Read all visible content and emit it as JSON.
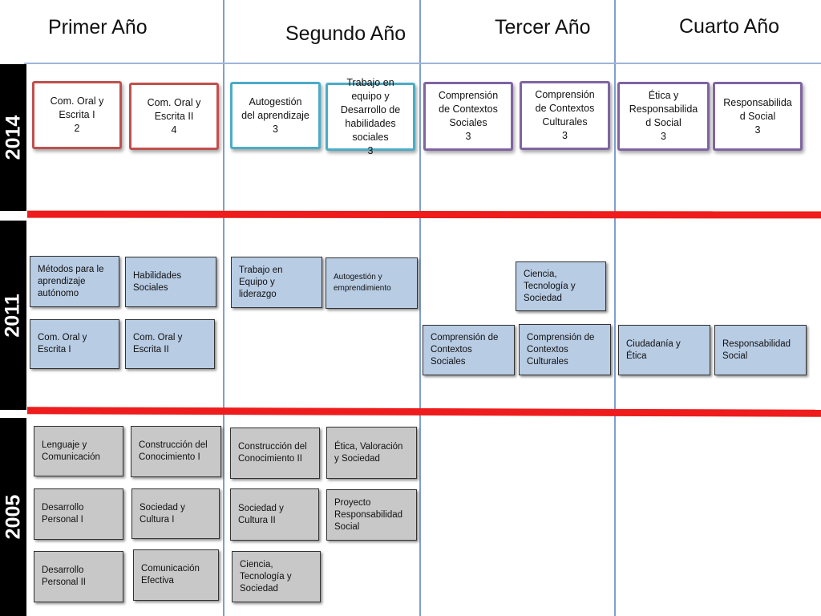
{
  "headings": {
    "primer": "Primer Año",
    "segundo": "Segundo Año",
    "tercer": "Tercer Año",
    "cuarto": "Cuarto Año"
  },
  "years": {
    "y2014": "2014",
    "y2011": "2011",
    "y2005": "2005"
  },
  "colors": {
    "red_border": "#c0504d",
    "teal_border": "#4bacc6",
    "purple_border": "#8064a2",
    "blue_box": "#b8cce4",
    "grey_box": "#c8c8c8",
    "separator": "#ee1c1c"
  },
  "cards_2014": [
    "Com. Oral y\nEscrita I\n2",
    "Com. Oral y\nEscrita II\n4",
    "Autogestión\ndel aprendizaje\n3",
    "Trabajo en\nequipo y\nDesarrollo de\nhabilidades\nsociales\n3",
    "Comprensión\nde Contextos\nSociales\n3",
    "Comprensión\nde Contextos\nCulturales\n3",
    "Ética y\nResponsabilida\nd Social\n3",
    "Responsabilida\nd Social\n3"
  ],
  "boxes_2011": [
    "Métodos para le\naprendizaje\nautónomo",
    "Habilidades\nSociales",
    "Trabajo en\nEquipo y\nliderazgo",
    "Autogestión y\nemprendimiento",
    "Ciencia,\nTecnología y\nSociedad",
    "Com. Oral y\nEscrita I",
    "Com. Oral y\nEscrita II",
    "Comprensión de\nContextos\nSociales",
    "Comprensión de\nContextos\nCulturales",
    "Ciudadanía y\nÉtica",
    "Responsabilidad\nSocial"
  ],
  "boxes_2005": [
    "Lenguaje y\nComunicación",
    "Construcción del\nConocimiento I",
    "Construcción del\nConocimiento II",
    "Ética, Valoración\ny Sociedad",
    "Desarrollo\nPersonal I",
    "Sociedad y\nCultura I",
    "Sociedad y\nCultura II",
    "Proyecto\nResponsabilidad\nSocial",
    "Desarrollo\nPersonal II",
    "Comunicación\nEfectiva",
    "Ciencia,\nTecnología y\nSociedad"
  ]
}
